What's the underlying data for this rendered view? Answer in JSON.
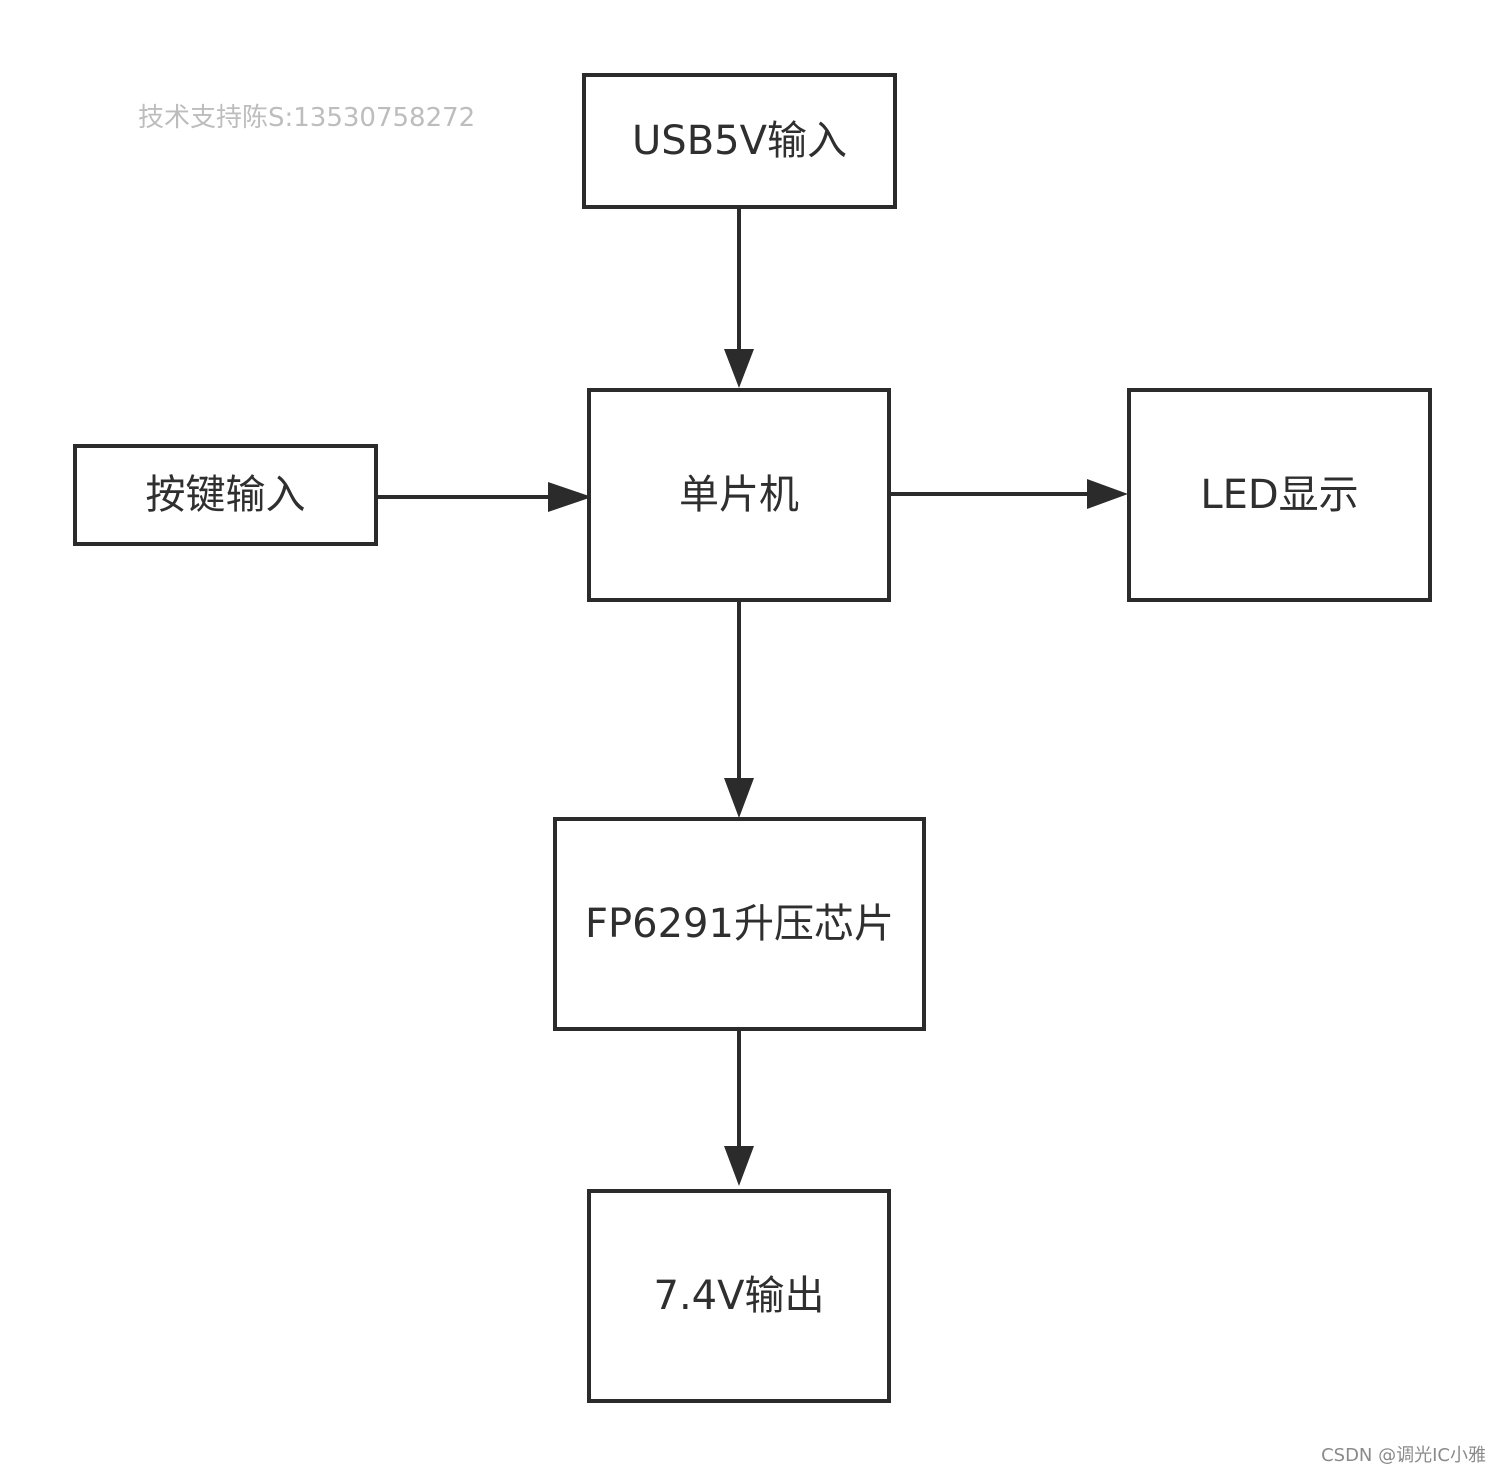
{
  "watermark": {
    "text": "技术支持陈S:13530758272"
  },
  "nodes": {
    "usb_input": {
      "label": "USB5V输入"
    },
    "mcu": {
      "label": "单片机"
    },
    "button_input": {
      "label": "按键输入"
    },
    "led_display": {
      "label": "LED显示"
    },
    "boost_chip": {
      "label": "FP6291升压芯片"
    },
    "output": {
      "label": "7.4V输出"
    }
  },
  "footer": {
    "credit": "CSDN @调光IC小雅"
  },
  "colors": {
    "line": "#2b2b2b",
    "text": "#2f2f2f",
    "watermark": "#bdbdbd",
    "background": "#ffffff"
  }
}
